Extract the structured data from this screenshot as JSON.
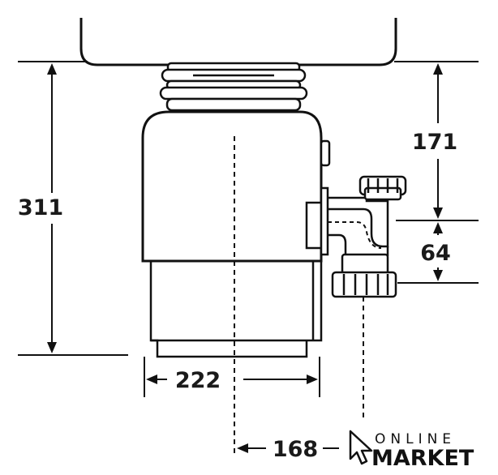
{
  "dimensions": {
    "height_total": "311",
    "outlet_to_sink": "171",
    "outlet_spacing": "64",
    "body_width": "222",
    "center_offset": "168"
  },
  "logo": {
    "line1": "ONLINE",
    "line2": "MARKET",
    "icon": "cursor-arrow-icon"
  },
  "colors": {
    "line": "#111111",
    "body_fill": "#ffffff"
  }
}
